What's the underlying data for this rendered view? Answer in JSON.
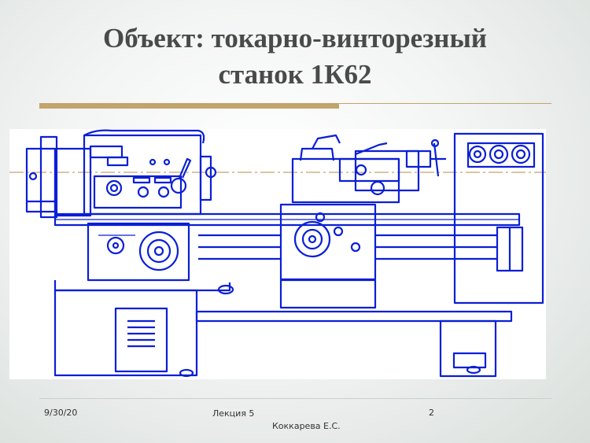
{
  "slide": {
    "title_line1": "Объект: токарно-винторезный",
    "title_line2": "станок 1К62",
    "accent_color": "#c2a46c",
    "drawing_color": "#0a1fd6"
  },
  "footer": {
    "date": "9/30/20",
    "lecture": "Лекция 5",
    "author": "Коккарева Е.С.",
    "page_number": "2"
  }
}
